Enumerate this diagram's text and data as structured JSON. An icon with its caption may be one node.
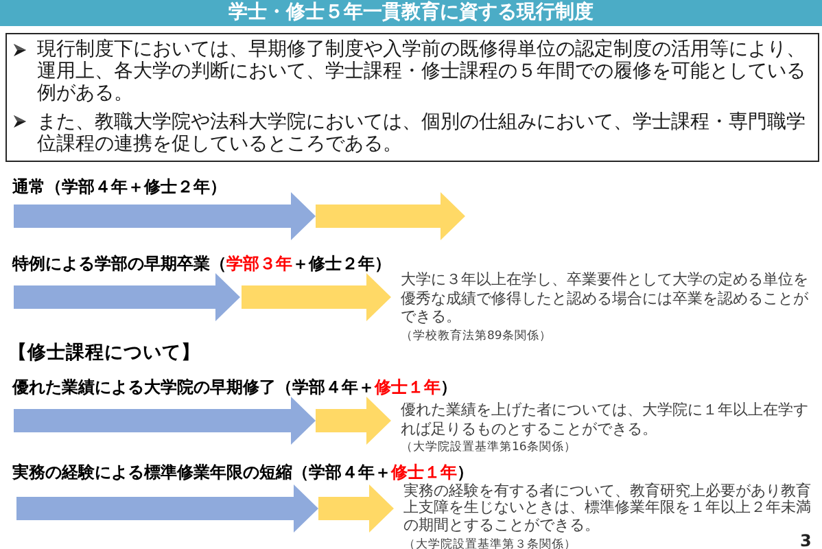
{
  "diagram": {
    "title": "学士・修士５年一貫教育に資する現行制度",
    "nodes": [
      {
        "text": [
          "現行制度下においては、早期修了制度や入学前の既修得単位の認定制度の活用等により、運用上、各大学の判断において、学士課程・修士課程の５年間での履修を可能としている例がある。",
          "また、教職大学院や法科大学院においては、個別の仕組みにおいて、学士課程・専門職学位課程の連携を促しているところである。"
        ]
      },
      {
        "text": [],
        "shape": "arrow"
      },
      {
        "text": [],
        "shape": "arrow"
      },
      {
        "text": [],
        "shape": "arrow"
      },
      {
        "text": [],
        "shape": "arrow"
      },
      {
        "text": [],
        "shape": "arrow"
      },
      {
        "text": [],
        "shape": "arrow"
      },
      {
        "text": [],
        "shape": "arrow"
      },
      {
        "text": [],
        "shape": "arrow"
      }
    ],
    "labels": [
      "通常（学部４年＋修士２年）",
      "特例による学部の早期卒業（",
      "学部３年",
      "＋修士２年）",
      "大学に３年以上在学し、卒業要件として大学の定める単位を優秀な成績で修得したと認める場合には卒業を認めることができる。",
      "（学校教育法第89条関係）",
      "【修士課程について】",
      "優れた業績による大学院の早期修了（学部４年＋",
      "修士１年",
      "）",
      "優れた業績を上げた者については、大学院に１年以上在学すれば足りるものとすることができる。",
      "（大学院設置基準第16条関係）",
      "実務の経験による標準修業年限の短縮（学部４年＋",
      "修士１年",
      "）",
      "実務の経験を有する者について、教育研究上必要があり教育上支障を生じないときは、標準修業年限を１年以上２年未満の期間とすることができる。",
      "（大学院設置基準第３条関係）",
      "3"
    ]
  }
}
